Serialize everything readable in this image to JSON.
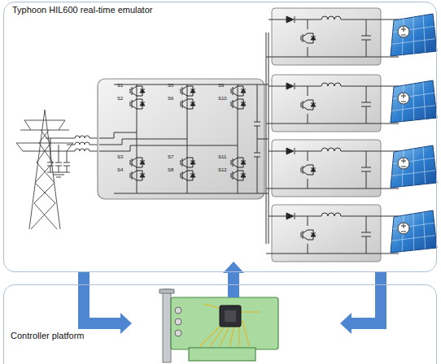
{
  "diagram": {
    "nodes": [
      {
        "text": [
          "Typhoon HIL600 real-time emulator"
        ]
      },
      {
        "text": [
          "Controller platform"
        ]
      }
    ],
    "edges": [
      {
        "from": 0,
        "to": 1,
        "arrow": "to"
      },
      {
        "from": 1,
        "to": 0,
        "arrow": "to"
      },
      {
        "from": 0,
        "to": 1,
        "arrow": "to"
      }
    ],
    "labels": [
      "S1",
      "S2",
      "S3",
      "S4",
      "S5",
      "S6",
      "S7",
      "S8",
      "S9",
      "S10",
      "S11",
      "S12"
    ]
  }
}
